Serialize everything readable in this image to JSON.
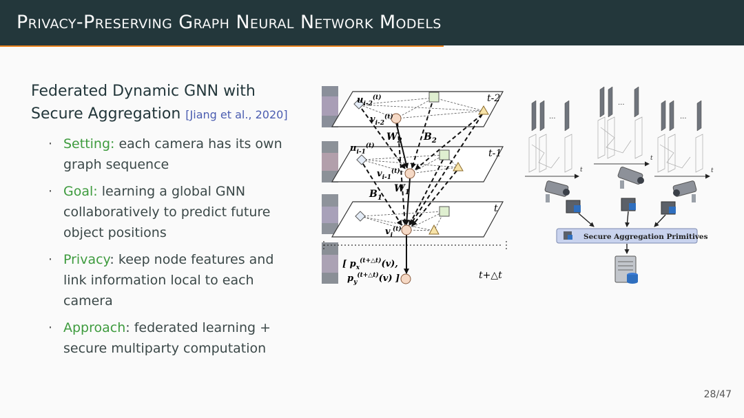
{
  "slide": {
    "title": "Privacy-Preserving Graph Neural Network Models",
    "page_number": "28/47",
    "progress_fraction": 0.596
  },
  "block": {
    "title_line1": "Federated Dynamic GNN with",
    "title_line2": "Secure Aggregation",
    "citation": "[Jiang et al., 2020]"
  },
  "bullets": [
    {
      "keyword": "Setting:",
      "text": " each camera has its own graph sequence"
    },
    {
      "keyword": "Goal:",
      "text": " learning a global GNN collaboratively to predict future object positions"
    },
    {
      "keyword": "Privacy",
      "text": ": keep node features and link information local to each camera"
    },
    {
      "keyword": "Approach",
      "text": ": federated learning + secure multiparty computation"
    }
  ],
  "figure_left": {
    "layer_labels": [
      "t-2",
      "t-1",
      "t"
    ],
    "future_label": "t+△t",
    "node_u2": "u",
    "node_u2_sub": "i-2",
    "node_u2_sup": "(t)",
    "node_v2": "v",
    "node_v2_sub": "i-2",
    "node_v2_sup": "(t)",
    "node_u1": "u",
    "node_u1_sub": "i-1",
    "node_u1_sup": "(t)",
    "node_v1": "v",
    "node_v1_sub": "i-1",
    "node_v1_sup": "(t)",
    "node_v0": "v",
    "node_v0_sub": "i",
    "node_v0_sup": "(t)",
    "w2": "W",
    "w2_sub": "2",
    "b2": "B",
    "b2_sub": "2",
    "b1": "B",
    "b1_sub": "1",
    "w1": "W",
    "w1_sub": "1",
    "px_open": "[ p",
    "px_sub": "x",
    "px_sup": "(t+△t)",
    "px_tail": "(v),",
    "py": "p",
    "py_sub": "y",
    "py_sup": "(t+△t)",
    "py_tail": "(v) ]"
  },
  "figure_right": {
    "time_label": "t",
    "ellipsis": "...",
    "aggregation_label": "Secure Aggregation Primitives"
  },
  "colors": {
    "title_bar": "#23373b",
    "progress": "#eb811b",
    "keyword": "#3e9b3e",
    "citation": "#4a5cb0",
    "node_circle": "#f6d9c5",
    "node_square": "#dfefd0",
    "node_triangle": "#f7e3a8",
    "node_diamond": "#e4ecf7",
    "aggregation_box": "#c9d3ee"
  }
}
